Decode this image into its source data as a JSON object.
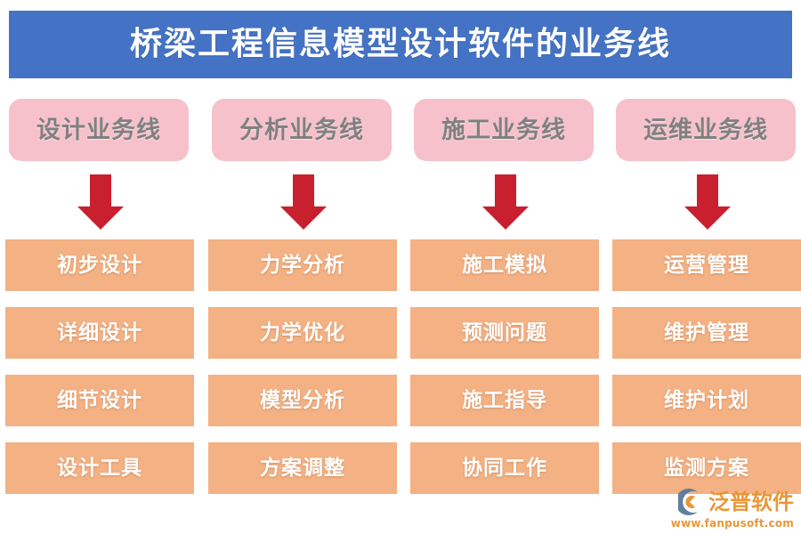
{
  "title": {
    "text": "桥梁工程信息模型设计软件的业务线",
    "banner_color": "#4472C4",
    "text_color": "#FFFFFF"
  },
  "colors": {
    "banner_blue": "#4472C4",
    "header_pink": "#F6C1CB",
    "header_text_gray": "#808080",
    "item_orange": "#F4B183",
    "item_text_white": "#FFFFFF",
    "arrow_red": "#C8202E",
    "watermark_orange": "#E8922E"
  },
  "diagram": {
    "type": "business-line-flow",
    "arrow_icon": "down-arrow-icon",
    "columns": [
      {
        "header": "设计业务线",
        "items": [
          "初步设计",
          "详细设计",
          "细节设计",
          "设计工具"
        ]
      },
      {
        "header": "分析业务线",
        "items": [
          "力学分析",
          "力学优化",
          "模型分析",
          "方案调整"
        ]
      },
      {
        "header": "施工业务线",
        "items": [
          "施工模拟",
          "预测问题",
          "施工指导",
          "协同工作"
        ]
      },
      {
        "header": "运维业务线",
        "items": [
          "运营管理",
          "维护管理",
          "维护计划",
          "监测方案"
        ]
      }
    ]
  },
  "watermark": {
    "logo_icon": "fanpu-logo-icon",
    "brand": "泛普软件",
    "url": "www.fanpusoft.com"
  }
}
